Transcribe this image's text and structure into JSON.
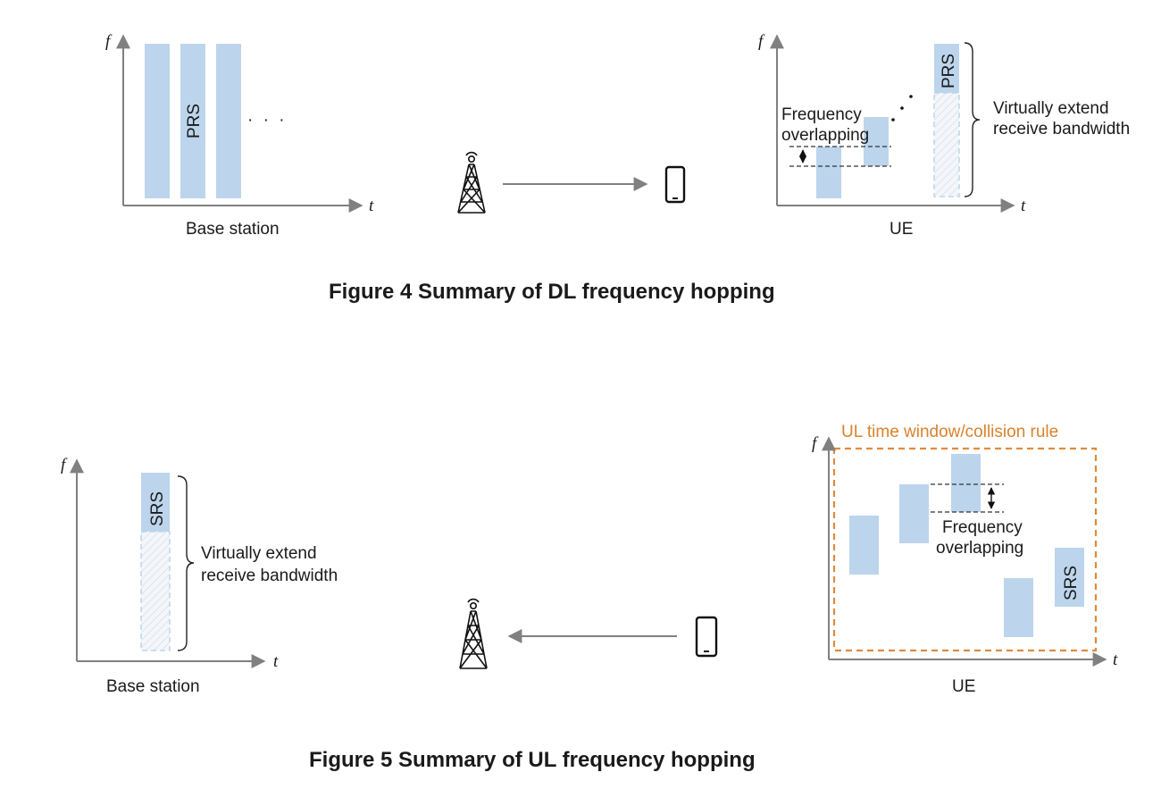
{
  "figure4": {
    "axis_f": "f",
    "axis_t": "t",
    "prs_label": "PRS",
    "dots": "· · ·",
    "bs_caption": "Base station",
    "ue_caption": "UE",
    "overlap_line1": "Frequency",
    "overlap_line2": "overlapping",
    "extend_line1": "Virtually extend",
    "extend_line2": "receive bandwidth",
    "title": "Figure 4  Summary of DL frequency hopping"
  },
  "figure5": {
    "axis_f": "f",
    "axis_t": "t",
    "srs_label": "SRS",
    "bs_caption": "Base station",
    "ue_caption": "UE",
    "extend_line1": "Virtually extend",
    "extend_line2": "receive bandwidth",
    "overlap_line1": "Frequency",
    "overlap_line2": "overlapping",
    "window_label": "UL time window/collision rule",
    "title": "Figure 5  Summary of UL frequency hopping"
  },
  "colors": {
    "bar": "#bcd5ec",
    "window": "#e08a3c",
    "axis": "#808080"
  },
  "icons": [
    "cell-tower-icon",
    "mobile-phone-icon"
  ]
}
